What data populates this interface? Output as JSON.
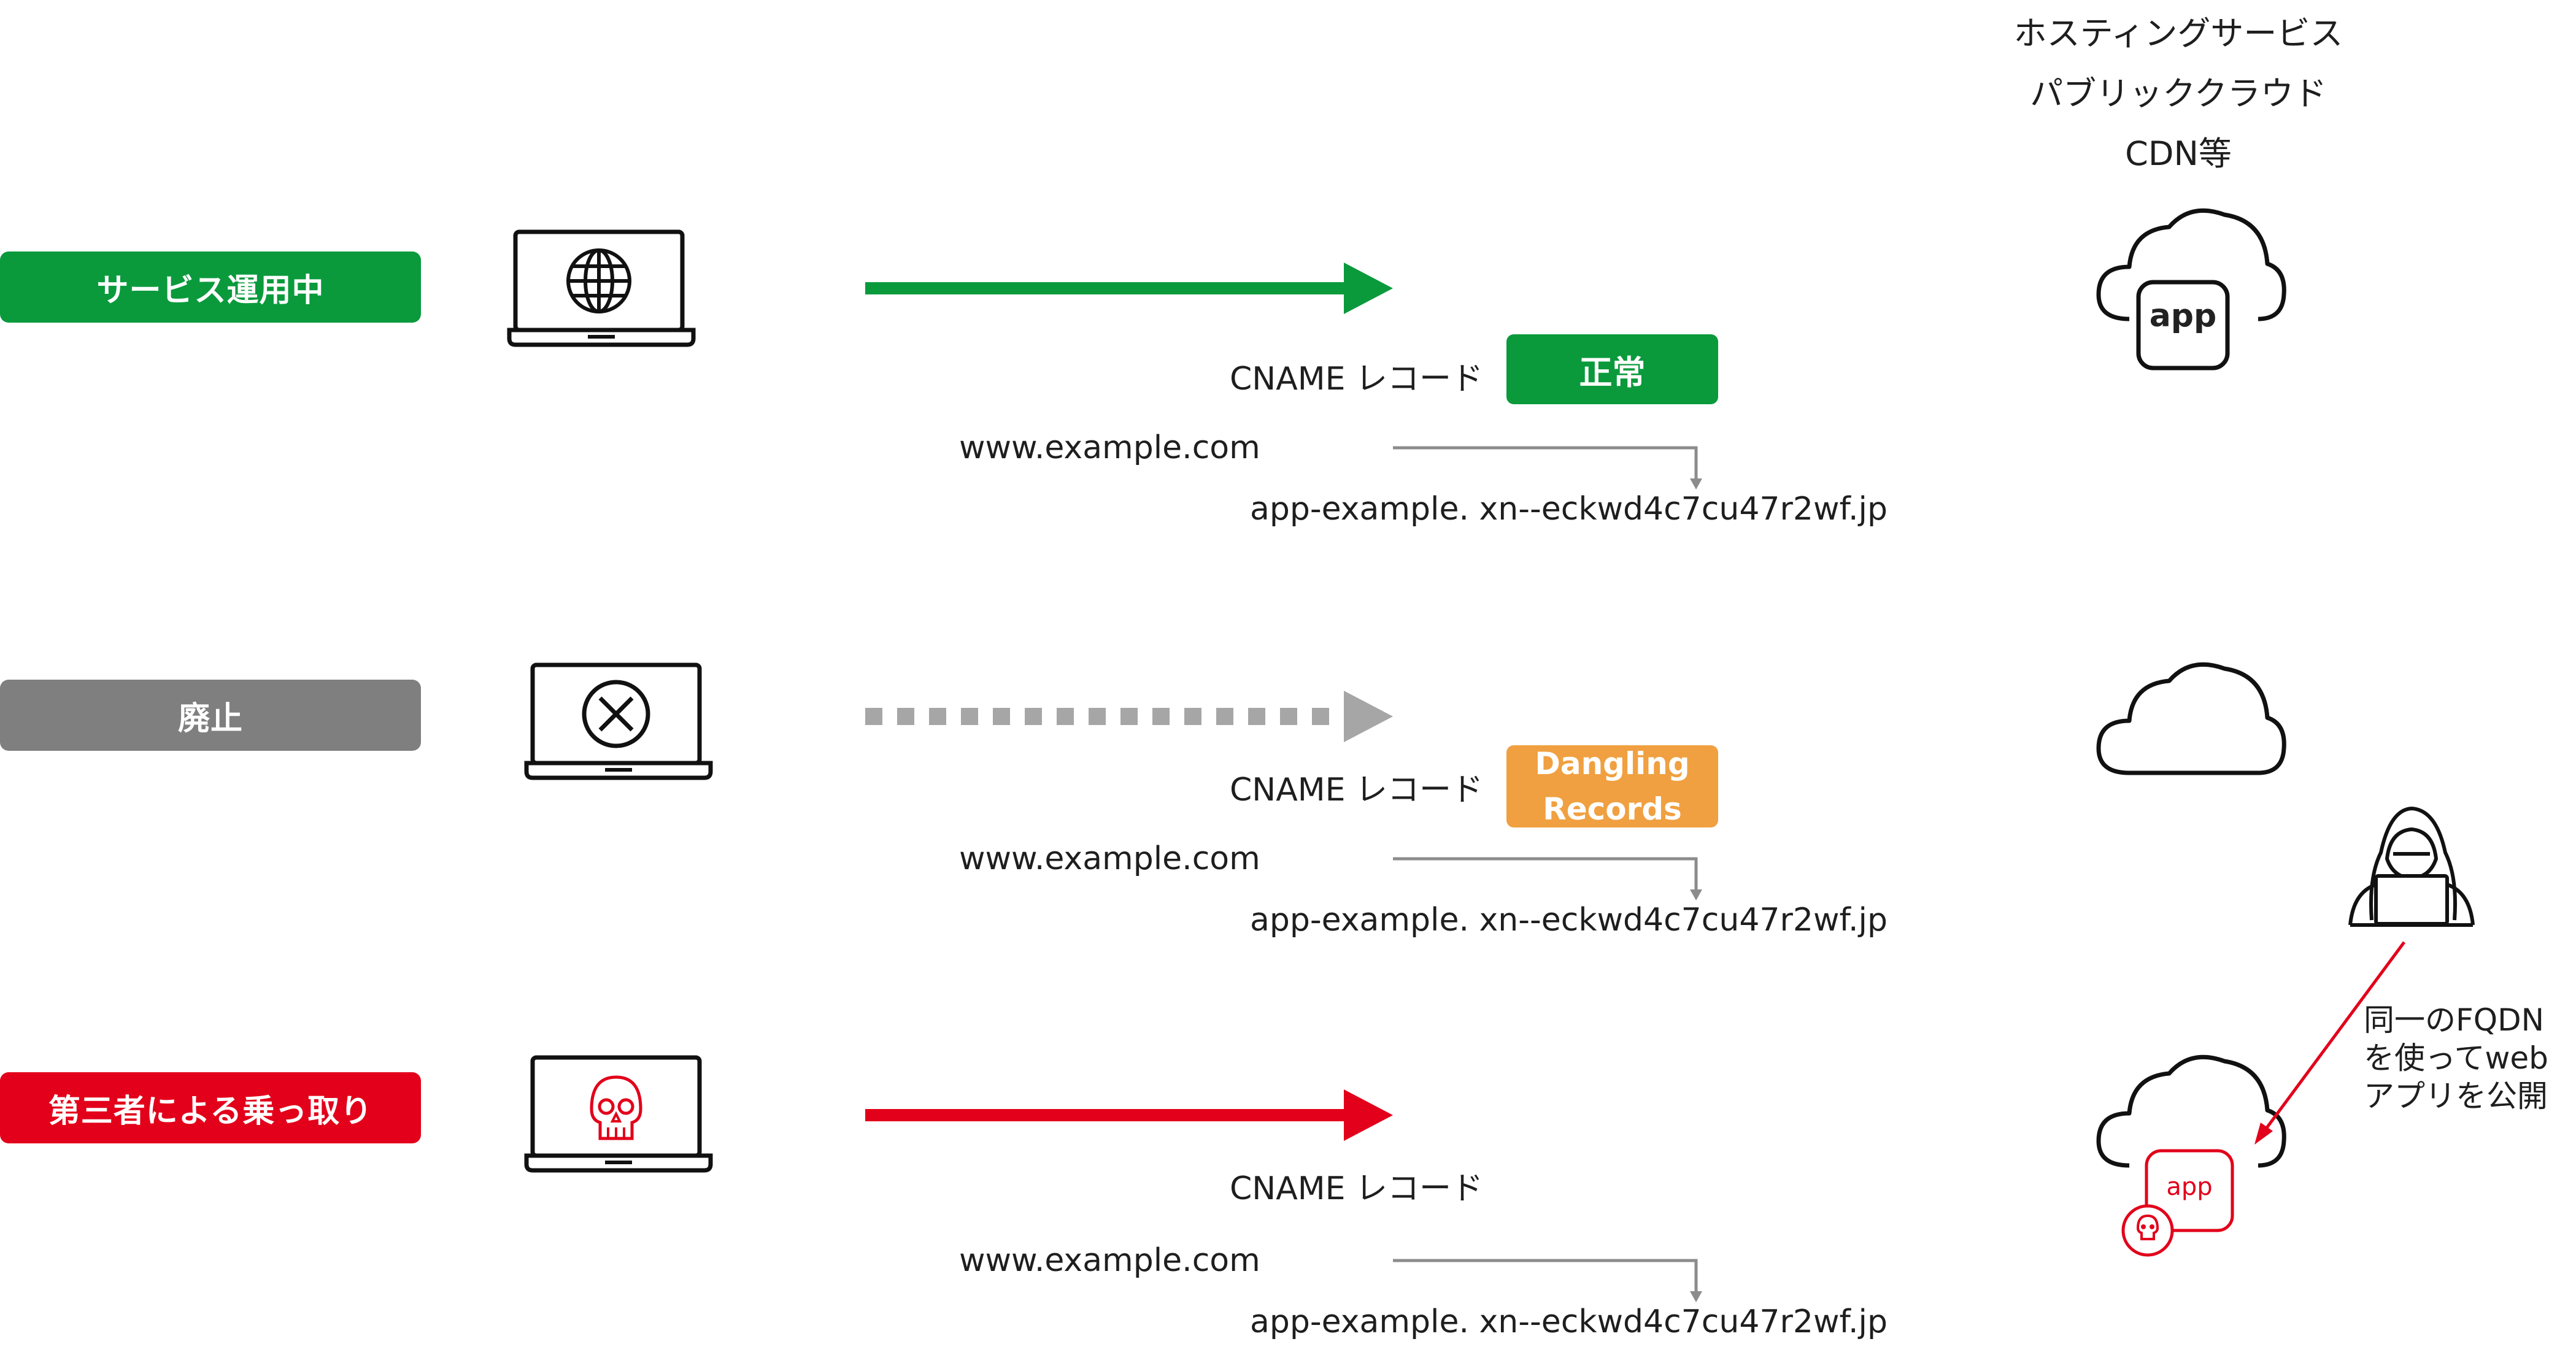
{
  "hosting": {
    "lines": [
      "ホスティングサービス",
      "パブリッククラウド",
      "CDN等"
    ]
  },
  "rows": [
    {
      "status_label": "サービス運用中",
      "status_color": "#0a9a3c",
      "record_label": "CNAME レコード",
      "badge_label": "正常",
      "badge_color": "#0a9a3c",
      "source_domain": "www.example.com",
      "target_domain": "app-example. xn--eckwd4c7cu47r2wf.jp"
    },
    {
      "status_label": "廃止",
      "status_color": "#7f7f7f",
      "record_label": "CNAME レコード",
      "badge_line1": "Dangling",
      "badge_line2": "Records",
      "badge_color": "#f0a040",
      "source_domain": "www.example.com",
      "target_domain": "app-example. xn--eckwd4c7cu47r2wf.jp"
    },
    {
      "status_label": "第三者による乗っ取り",
      "status_color": "#e2001a",
      "record_label": "CNAME レコード",
      "source_domain": "www.example.com",
      "target_domain": "app-example. xn--eckwd4c7cu47r2wf.jp"
    }
  ],
  "cloud_app_label": "app",
  "attacker_note": [
    "同一のFQDN",
    "を使ってweb",
    "アプリを公開"
  ],
  "icons": {
    "row1_device": "laptop-globe-icon",
    "row2_device": "laptop-x-icon",
    "row3_device": "laptop-skull-icon",
    "attacker": "hooded-hacker-icon",
    "cloud": "cloud-icon"
  }
}
